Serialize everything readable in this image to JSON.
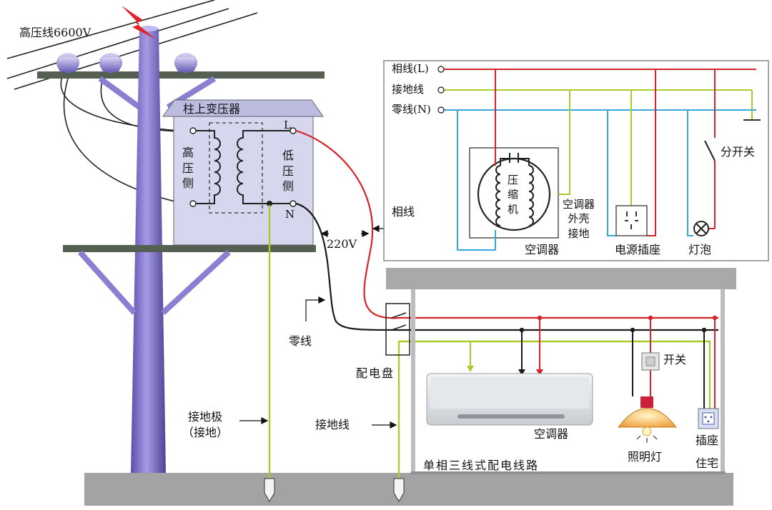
{
  "labels": {
    "high_voltage_line": "高压线6600V",
    "pole_transformer": "柱上变压器",
    "high_side": "高\n压\n侧",
    "low_side": "低\n压\n侧",
    "terminal_L": "L",
    "terminal_N": "N",
    "phase_wire": "相线",
    "voltage_220": "220V",
    "neutral_wire": "零线",
    "distribution_board": "配电盘",
    "ground_electrode": "接地极\n（接地）",
    "ground_wire": "接地线",
    "single_phase_three_wire": "单相三线式配电线路",
    "switch": "开关",
    "air_conditioner": "空调器",
    "lighting_lamp": "照明灯",
    "socket": "插座",
    "residence": "住宅",
    "inset": {
      "phase_L": "相线(L)",
      "ground": "接地线",
      "neutral_N": "零线(N)",
      "compressor": "压\n缩\n机",
      "ac_case_ground": "空调器\n外壳\n接地",
      "air_conditioner": "空调器",
      "power_socket": "电源插座",
      "bulb": "灯泡",
      "branch_switch": "分开关"
    }
  },
  "colors": {
    "phase": "#d8232a",
    "neutral": "#1a1a1a",
    "ground": "#a8cc2a",
    "inset_neutral": "#36a9d8",
    "pole": "#8a7fd0",
    "transformer_box": "#d6d6ee",
    "ground_strip": "#a3a3a3",
    "roof": "#a9a9a9",
    "crossarm": "#555f52"
  }
}
